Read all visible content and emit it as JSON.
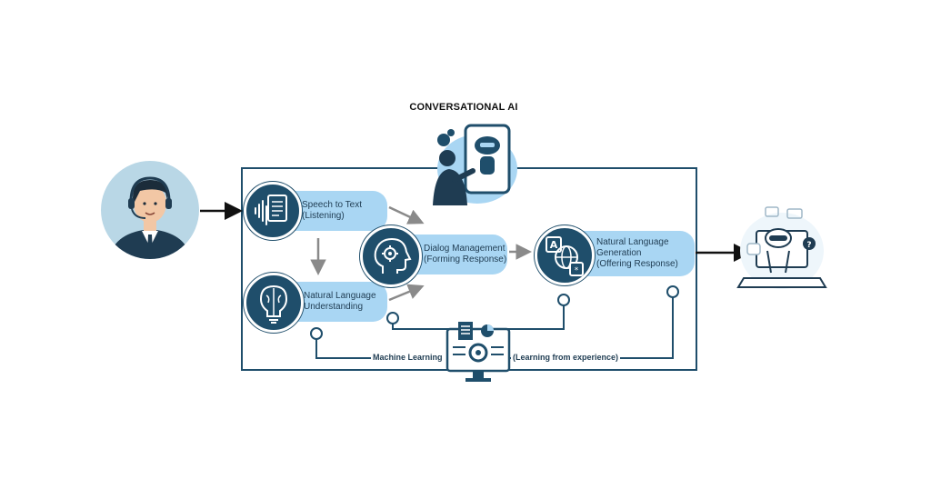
{
  "title": "CONVERSATIONAL AI",
  "nodes": {
    "speech_to_text": {
      "line1": "Speech to Text",
      "line2": "(Listening)"
    },
    "nlu": {
      "line1": "Natural Language",
      "line2": "Understanding"
    },
    "dialog": {
      "line1": "Dialog Management",
      "line2": "(Forming Response)"
    },
    "nlg": {
      "line1": "Natural Language",
      "line2": "Generation",
      "line3": "(Offering  Response)"
    }
  },
  "machine_learning": {
    "left": "Machine Learning",
    "right": "(Learning from experience)"
  },
  "colors": {
    "dark": "#1f4e6b",
    "light": "#a9d6f3",
    "arrow": "#8a8a8a",
    "skin": "#f2c7a5",
    "bg_circle": "#b9d7e6"
  },
  "icons": [
    "user-agent-icon",
    "speech-waveform-icon",
    "brain-bulb-icon",
    "head-gears-icon",
    "translate-globe-icon",
    "ml-monitor-icon",
    "person-chatbot-icon",
    "chatbot-laptop-icon"
  ]
}
